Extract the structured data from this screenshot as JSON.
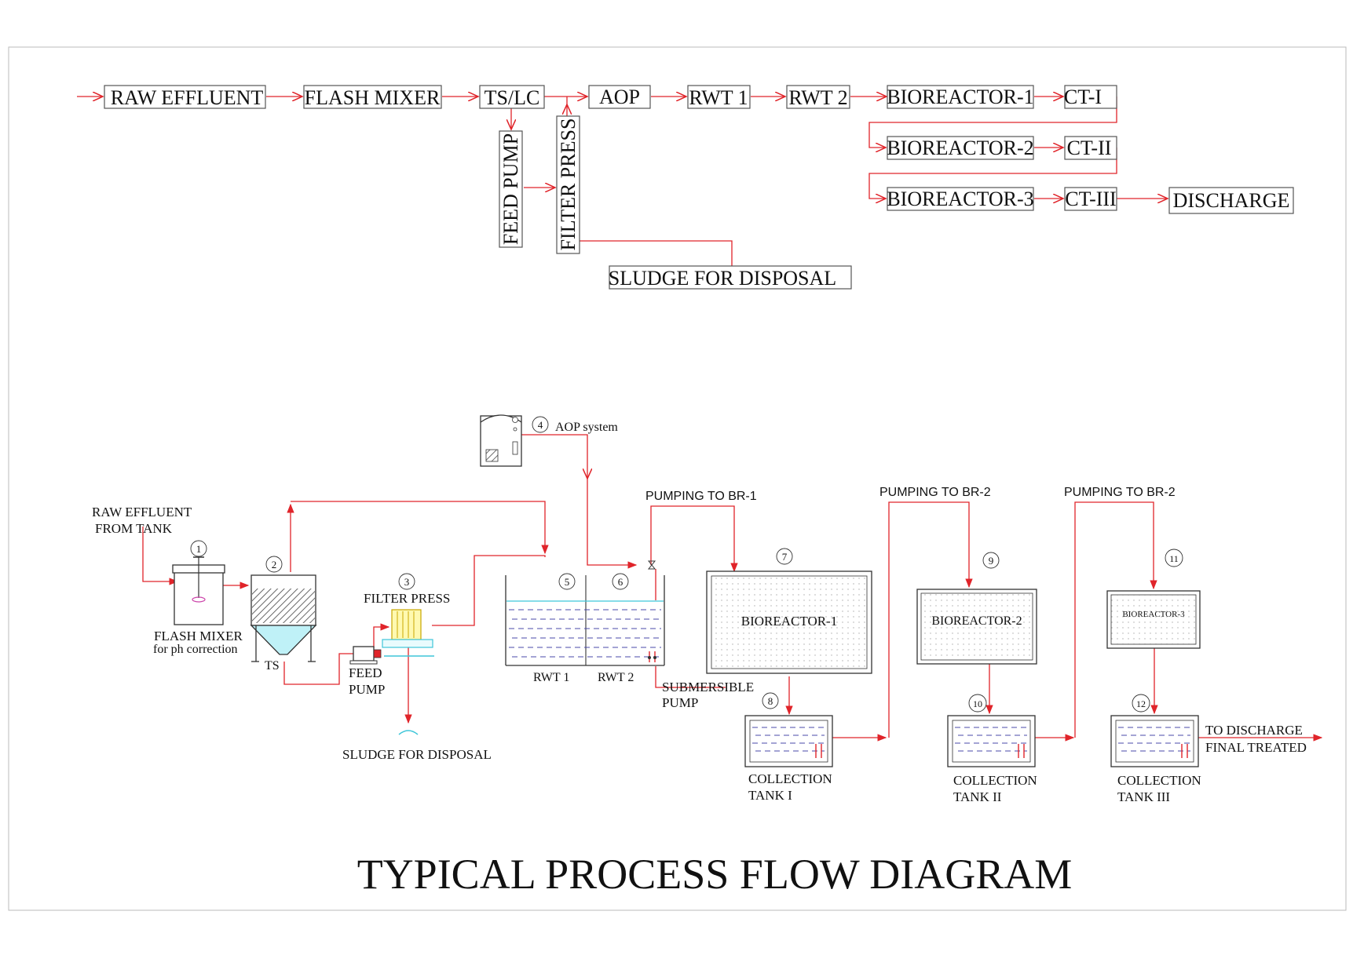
{
  "blocks": {
    "raw_effluent": "RAW EFFLUENT",
    "flash_mixer": "FLASH MIXER",
    "ts_lc": "TS/LC",
    "aop": "AOP",
    "rwt1": "RWT 1",
    "rwt2": "RWT 2",
    "bioreactor1": "BIOREACTOR-1",
    "bioreactor2": "BIOREACTOR-2",
    "bioreactor3": "BIOREACTOR-3",
    "ct1": "CT-I",
    "ct2": "CT-II",
    "ct3": "CT-III",
    "discharge": "DISCHARGE",
    "feed_pump": "FEED PUMP",
    "filter_press": "FILTER PRESS",
    "sludge": "SLUDGE FOR DISPOSAL"
  },
  "process": {
    "raw_effluent_l1": "RAW EFFLUENT",
    "raw_effluent_l2": "FROM TANK",
    "flash_mixer_l1": "FLASH MIXER",
    "flash_mixer_l2": "for ph correction",
    "ts": "TS",
    "feed_pump_l1": "FEED",
    "feed_pump_l2": "PUMP",
    "filter_press": "FILTER PRESS",
    "sludge": "SLUDGE FOR DISPOSAL",
    "aop_system": "AOP system",
    "rwt1": "RWT 1",
    "rwt2": "RWT 2",
    "submersible_l1": "SUBMERSIBLE",
    "submersible_l2": "PUMP",
    "pumping_br1": "PUMPING TO BR-1",
    "pumping_br2_a": "PUMPING TO BR-2",
    "pumping_br2_b": "PUMPING TO BR-2",
    "bioreactor1": "BIOREACTOR-1",
    "bioreactor2": "BIOREACTOR-2",
    "bioreactor3": "BIOREACTOR-3",
    "ct1_l1": "COLLECTION",
    "ct1_l2": "TANK I",
    "ct2_l1": "COLLECTION",
    "ct2_l2": "TANK II",
    "ct3_l1": "COLLECTION",
    "ct3_l2": "TANK III",
    "discharge_l1": "TO DISCHARGE",
    "discharge_l2": "FINAL TREATED",
    "n1": "1",
    "n2": "2",
    "n3": "3",
    "n4": "4",
    "n5": "5",
    "n6": "6",
    "n7": "7",
    "n8": "8",
    "n9": "9",
    "n10": "10",
    "n11": "11",
    "n12": "12"
  },
  "title": "TYPICAL PROCESS FLOW DIAGRAM",
  "colors": {
    "flow_line": "#e0242a",
    "water_line": "#4a4aa8",
    "water_surface": "#3fc6d9"
  }
}
